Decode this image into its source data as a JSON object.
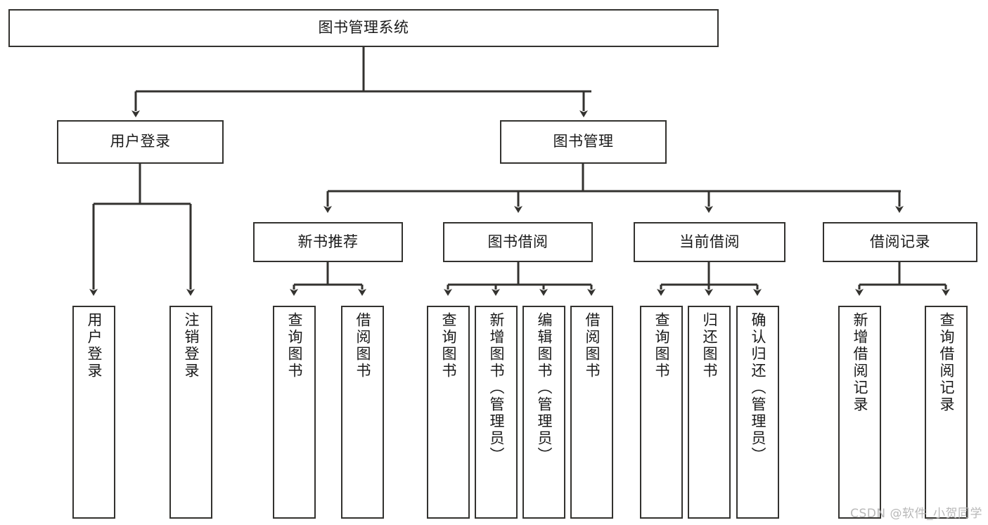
{
  "diagram": {
    "title": "图书管理系统",
    "type": "tree-hierarchy-chart",
    "line_color": "#33322f",
    "box_fill": "#ffffff",
    "text_color": "#1a1a1a"
  },
  "watermark": {
    "text": "CSDN @软件_小贺同学",
    "color": "#b8b8b8"
  },
  "nodes": {
    "root": {
      "label": "图书管理系统"
    },
    "level2": [
      {
        "id": "user-login",
        "label": "用户登录"
      },
      {
        "id": "book-management",
        "label": "图书管理"
      }
    ],
    "level3": [
      {
        "id": "new-book-recommend",
        "label": "新书推荐"
      },
      {
        "id": "book-borrow",
        "label": "图书借阅"
      },
      {
        "id": "current-borrow",
        "label": "当前借阅"
      },
      {
        "id": "borrow-record",
        "label": "借阅记录"
      }
    ],
    "leaves": {
      "user_login": [
        {
          "id": "leaf-user-login",
          "label": "用户登录"
        },
        {
          "id": "leaf-logout-login",
          "label": "注销登录"
        }
      ],
      "new_book_recommend": [
        {
          "id": "leaf-query-book-1",
          "label": "查询图书"
        },
        {
          "id": "leaf-borrow-book-1",
          "label": "借阅图书"
        }
      ],
      "book_borrow": [
        {
          "id": "leaf-query-book-2",
          "label": "查询图书"
        },
        {
          "id": "leaf-add-book",
          "label": "新增图书（管理员）"
        },
        {
          "id": "leaf-edit-book",
          "label": "编辑图书（管理员）"
        },
        {
          "id": "leaf-borrow-book-2",
          "label": "借阅图书"
        }
      ],
      "current_borrow": [
        {
          "id": "leaf-query-book-3",
          "label": "查询图书"
        },
        {
          "id": "leaf-return-book",
          "label": "归还图书"
        },
        {
          "id": "leaf-confirm-return",
          "label": "确认归还（管理员）"
        }
      ],
      "borrow_record": [
        {
          "id": "leaf-add-borrow-record",
          "label": "新增借阅记录"
        },
        {
          "id": "leaf-query-borrow-record",
          "label": "查询借阅记录"
        }
      ]
    }
  }
}
